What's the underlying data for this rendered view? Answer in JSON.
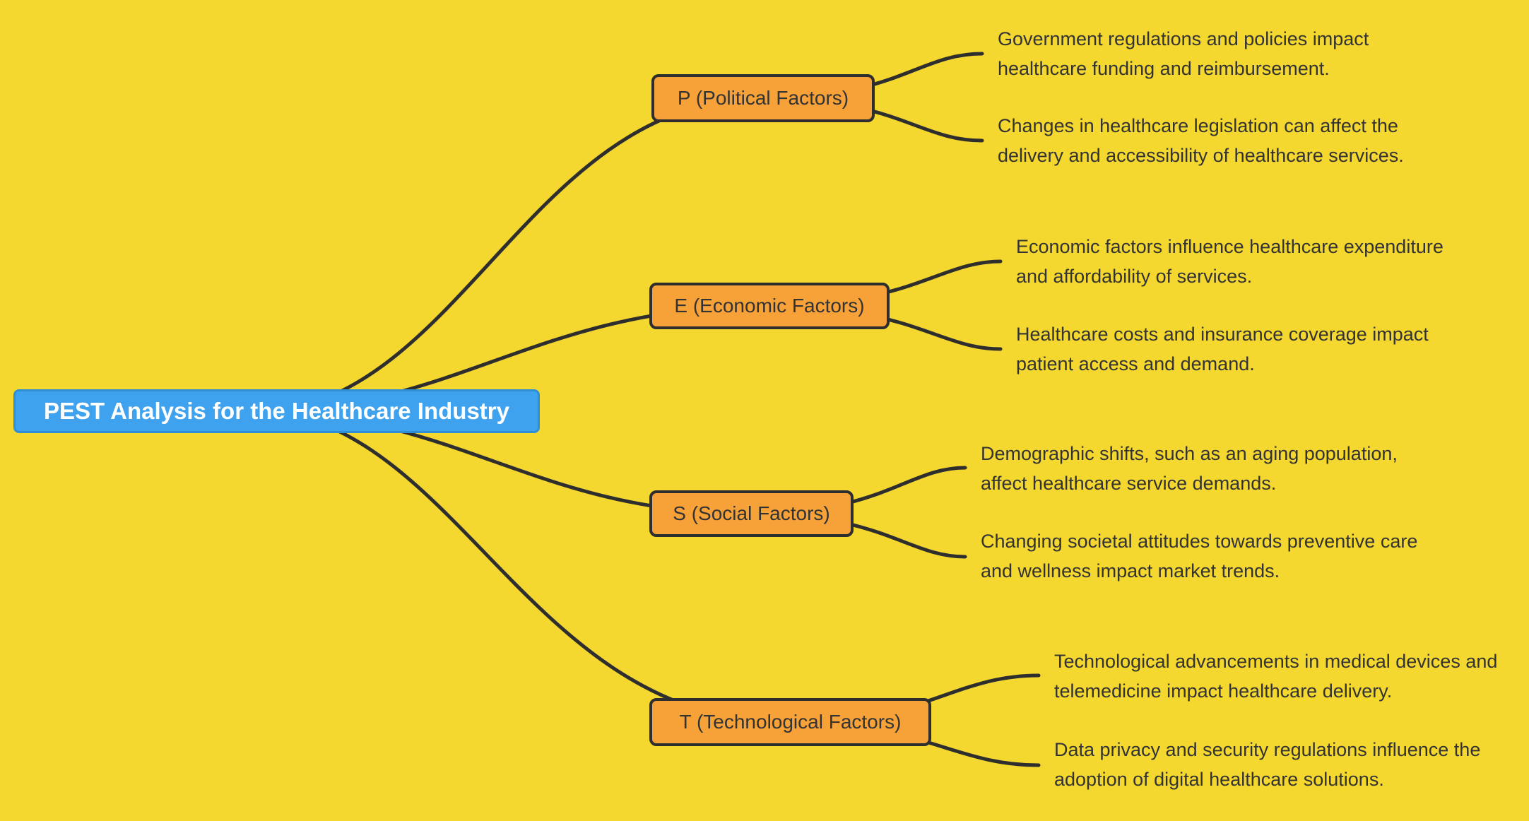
{
  "diagram": {
    "title": "PEST Analysis for the Healthcare Industry",
    "type": "mindmap",
    "colors": {
      "background": "#F4D72F",
      "root_fill": "#3FA2EF",
      "root_text": "#FFFFFF",
      "branch_fill": "#F7A139",
      "branch_border": "#2E2E2E",
      "edge": "#2E2E2E",
      "leaf_text": "#333333"
    },
    "root": {
      "label": "PEST Analysis for the Healthcare Industry"
    },
    "branches": [
      {
        "id": "political",
        "label": "P (Political Factors)",
        "leaves": [
          {
            "text": "Government regulations and policies impact healthcare funding and reimbursement.",
            "lines": [
              "Government regulations and policies impact",
              "healthcare funding and reimbursement."
            ]
          },
          {
            "text": "Changes in healthcare legislation can affect the delivery and accessibility of healthcare services.",
            "lines": [
              "Changes in healthcare legislation can affect the",
              "delivery and accessibility of healthcare services."
            ]
          }
        ]
      },
      {
        "id": "economic",
        "label": "E (Economic Factors)",
        "leaves": [
          {
            "text": "Economic factors influence healthcare expenditure and affordability of services.",
            "lines": [
              "Economic factors influence healthcare expenditure",
              "and affordability of services."
            ]
          },
          {
            "text": "Healthcare costs and insurance coverage impact patient access and demand.",
            "lines": [
              "Healthcare costs and insurance coverage impact",
              "patient access and demand."
            ]
          }
        ]
      },
      {
        "id": "social",
        "label": "S (Social Factors)",
        "leaves": [
          {
            "text": "Demographic shifts, such as an aging population, affect healthcare service demands.",
            "lines": [
              "Demographic shifts, such as an aging population,",
              "affect healthcare service demands."
            ]
          },
          {
            "text": "Changing societal attitudes towards preventive care and wellness impact market trends.",
            "lines": [
              "Changing societal attitudes towards preventive care",
              "and wellness impact market trends."
            ]
          }
        ]
      },
      {
        "id": "technological",
        "label": "T (Technological Factors)",
        "leaves": [
          {
            "text": "Technological advancements in medical devices and telemedicine impact healthcare delivery.",
            "lines": [
              "Technological advancements in medical devices and",
              "telemedicine impact healthcare delivery."
            ]
          },
          {
            "text": "Data privacy and security regulations influence the adoption of digital healthcare solutions.",
            "lines": [
              "Data privacy and security regulations influence the",
              "adoption of digital healthcare solutions."
            ]
          }
        ]
      }
    ]
  }
}
